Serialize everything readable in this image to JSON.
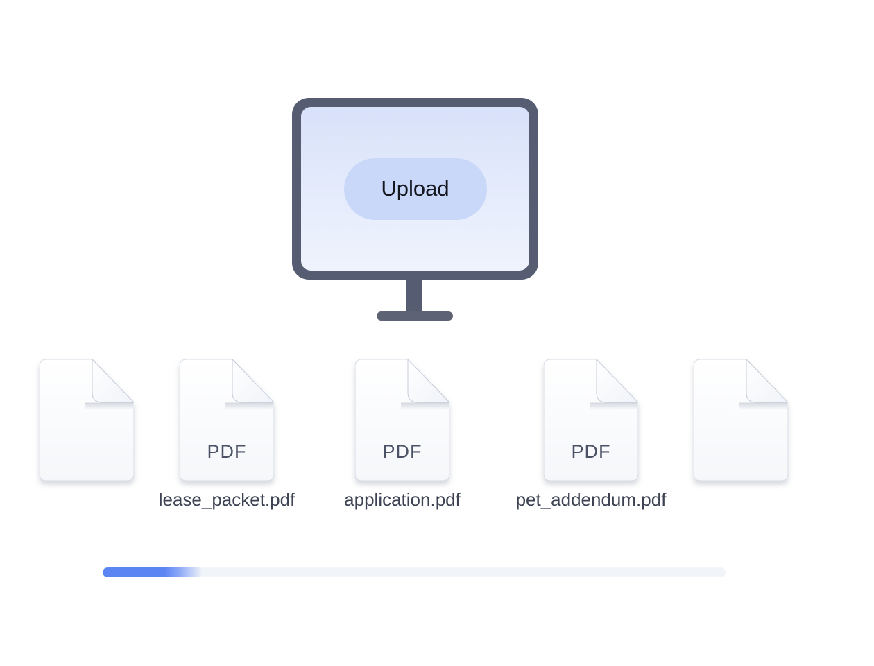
{
  "scene": {
    "description": "File upload illustration with monitor, document icons and progress bar",
    "background": "#ffffff"
  },
  "monitor": {
    "frame_color": "#565c72",
    "screen_gradient_top": "#d8e1fa",
    "screen_gradient_bottom": "#eef3fd",
    "upload_button": {
      "label": "Upload",
      "background": "#c9d7f8",
      "text_color": "#15171e"
    }
  },
  "files": [
    {
      "type_label": "",
      "filename": ""
    },
    {
      "type_label": "PDF",
      "filename": "lease_packet.pdf"
    },
    {
      "type_label": "PDF",
      "filename": "application.pdf"
    },
    {
      "type_label": "PDF",
      "filename": "pet_addendum.pdf"
    },
    {
      "type_label": "",
      "filename": ""
    }
  ],
  "label_colors": {
    "pdf_badge": "#4c5266",
    "filename": "#3d4352"
  },
  "progress_bar": {
    "value_percent": 16,
    "fill_color": "#5c85f4",
    "track_color": "#f1f4f9"
  }
}
